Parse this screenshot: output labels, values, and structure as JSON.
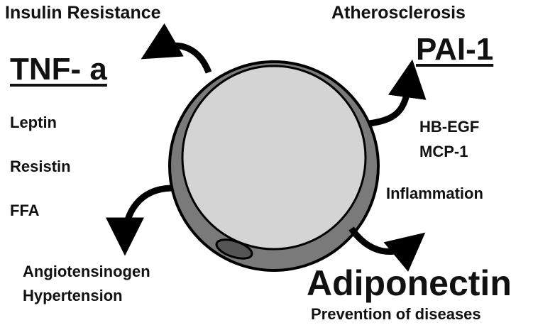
{
  "labels": {
    "insulin_resistance": "Insulin Resistance",
    "tnf_a": "TNF- a",
    "leptin": "Leptin",
    "resistin": "Resistin",
    "ffa": "FFA",
    "atherosclerosis": "Atherosclerosis",
    "pai1": "PAI-1",
    "hb_egf": "HB-EGF",
    "mcp1": "MCP-1",
    "inflammation": "Inflammation",
    "angiotensinogen": "Angiotensinogen",
    "hypertension": "Hypertension",
    "adiponectin": "Adiponectin",
    "prevention": "Prevention of diseases"
  },
  "colors": {
    "cell_membrane": "#7a7a7a",
    "cell_cytoplasm": "#d4d4d4",
    "nucleus": "#555555",
    "arrows": "#000000",
    "text": "#111111"
  }
}
